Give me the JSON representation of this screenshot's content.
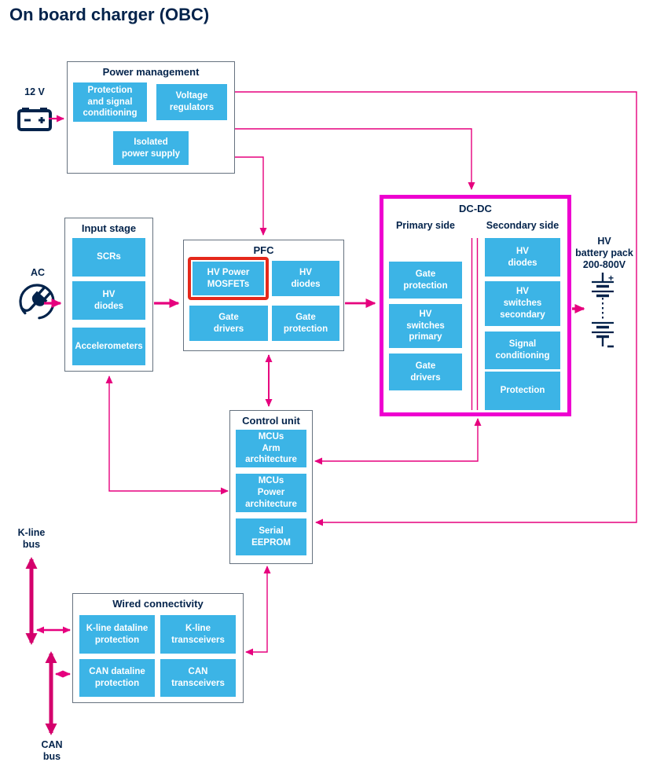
{
  "title": "On board charger (OBC)",
  "colors": {
    "navy": "#03234b",
    "block_cyan": "#3cb4e6",
    "line_pink": "#e6007e",
    "bus_pink": "#d4006c",
    "dcdc_magenta": "#ee00d0",
    "highlight_red": "#e5281b",
    "panel_border_gray": "#66727f"
  },
  "inputs": {
    "battery_12v": {
      "label": "12 V",
      "icon": "battery-12v-icon"
    },
    "ac": {
      "label": "AC",
      "icon": "ac-plug-icon"
    }
  },
  "blocks": {
    "power_management": {
      "title": "Power management",
      "items": [
        "Protection\nand signal\nconditioning",
        "Voltage\nregulators",
        "Isolated\npower supply"
      ]
    },
    "input_stage": {
      "title": "Input stage",
      "items": [
        "SCRs",
        "HV\ndiodes",
        "Accelerometers"
      ]
    },
    "pfc": {
      "title": "PFC",
      "items": [
        "HV Power\nMOSFETs",
        "HV\ndiodes",
        "Gate\ndrivers",
        "Gate\nprotection"
      ],
      "highlighted_item": "HV Power MOSFETs"
    },
    "dcdc": {
      "title": "DC-DC",
      "primary": {
        "heading": "Primary side",
        "items": [
          "Gate\nprotection",
          "HV\nswitches\nprimary",
          "Gate\ndrivers"
        ]
      },
      "secondary": {
        "heading": "Secondary side",
        "items": [
          "HV\ndiodes",
          "HV\nswitches\nsecondary",
          "Signal\nconditioning",
          "Protection"
        ]
      }
    },
    "control_unit": {
      "title": "Control unit",
      "items": [
        "MCUs\nArm\narchitecture",
        "MCUs\nPower\narchitecture",
        "Serial\nEEPROM"
      ]
    },
    "wired_connectivity": {
      "title": "Wired connectivity",
      "items": [
        "K-line dataline\nprotection",
        "K-line\ntransceivers",
        "CAN dataline\nprotection",
        "CAN\ntransceivers"
      ]
    }
  },
  "outputs": {
    "hv_battery": {
      "label": "HV\nbattery pack\n200-800V",
      "icon": "hv-battery-stack-icon"
    }
  },
  "buses": {
    "kline": {
      "label": "K-line\nbus"
    },
    "can": {
      "label": "CAN\nbus"
    }
  }
}
